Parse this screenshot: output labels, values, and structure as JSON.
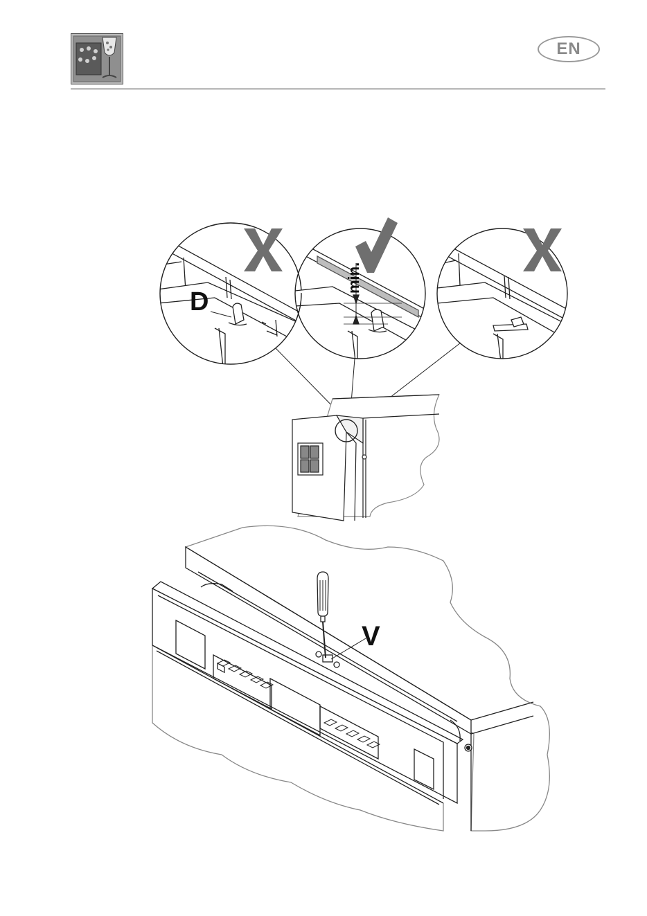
{
  "header": {
    "language_badge": "EN",
    "logo_icon": "dishwasher-glass-icon"
  },
  "figure_top": {
    "detail_left_mark": "cross",
    "detail_middle_mark": "check",
    "detail_right_mark": "cross",
    "label_d": "D",
    "label_min": "min."
  },
  "figure_bottom": {
    "label_v": "V"
  },
  "colors": {
    "mark_gray": "#6f6f6f",
    "line": "#222222"
  }
}
